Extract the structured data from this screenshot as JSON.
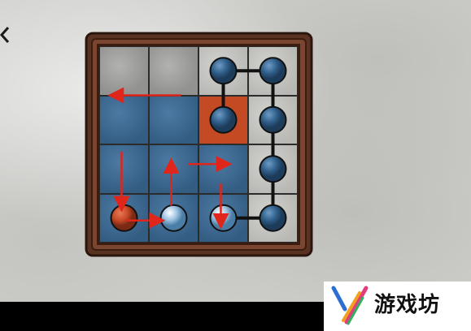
{
  "board": {
    "rows": 4,
    "cols": 4,
    "cells": [
      [
        "gray",
        "gray",
        "lightgray",
        "lightgray"
      ],
      [
        "blue",
        "blue",
        "orange",
        "lightgray"
      ],
      [
        "blue",
        "blue",
        "blue",
        "lightgray"
      ],
      [
        "blue",
        "blue",
        "blue",
        "lightgray"
      ]
    ],
    "dots": [
      {
        "row": 0,
        "col": 2,
        "kind": "dark"
      },
      {
        "row": 0,
        "col": 3,
        "kind": "dark"
      },
      {
        "row": 1,
        "col": 2,
        "kind": "dark"
      },
      {
        "row": 1,
        "col": 3,
        "kind": "dark"
      },
      {
        "row": 2,
        "col": 3,
        "kind": "dark"
      },
      {
        "row": 3,
        "col": 3,
        "kind": "dark"
      },
      {
        "row": 3,
        "col": 0,
        "kind": "red"
      },
      {
        "row": 3,
        "col": 1,
        "kind": "light"
      },
      {
        "row": 3,
        "col": 2,
        "kind": "light"
      }
    ],
    "links": [
      [
        [
          0,
          2
        ],
        [
          0,
          3
        ]
      ],
      [
        [
          0,
          2
        ],
        [
          1,
          2
        ]
      ],
      [
        [
          0,
          3
        ],
        [
          1,
          3
        ]
      ],
      [
        [
          1,
          3
        ],
        [
          2,
          3
        ]
      ],
      [
        [
          2,
          3
        ],
        [
          3,
          3
        ]
      ],
      [
        [
          3,
          2
        ],
        [
          3,
          3
        ]
      ]
    ],
    "arrows": [
      {
        "from": [
          1,
          1.65
        ],
        "to": [
          1,
          0.25
        ]
      },
      {
        "from": [
          2.15,
          0.45
        ],
        "to": [
          3.3,
          0.45
        ]
      },
      {
        "from": [
          3.55,
          0.55
        ],
        "to": [
          3.55,
          1.25
        ]
      },
      {
        "from": [
          3.25,
          1.45
        ],
        "to": [
          2.35,
          1.45
        ]
      },
      {
        "from": [
          2.4,
          1.8
        ],
        "to": [
          2.4,
          2.6
        ]
      },
      {
        "from": [
          2.8,
          2.45
        ],
        "to": [
          3.65,
          2.45
        ]
      }
    ]
  },
  "colors": {
    "accent_red": "#e0251b",
    "dot_dark": "#2f5f8a",
    "dot_red": "#c84a28",
    "dot_light": "#9fc4e2"
  },
  "watermark": {
    "text": "游戏坊"
  }
}
